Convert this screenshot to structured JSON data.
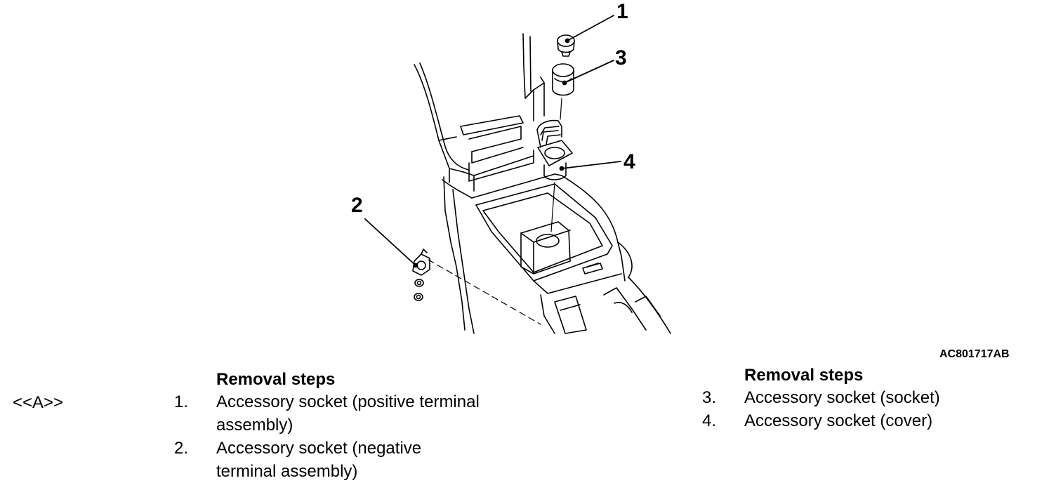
{
  "figure": {
    "callouts": [
      "1",
      "2",
      "3",
      "4"
    ],
    "code": "AC801717AB"
  },
  "left_list": {
    "marker": "<<A>>",
    "heading": "Removal steps",
    "steps": [
      {
        "num": "1.",
        "text_line1": "Accessory socket (positive terminal",
        "text_line2": "assembly)"
      },
      {
        "num": "2.",
        "text_line1": "Accessory socket (negative",
        "text_line2": "terminal assembly)"
      }
    ]
  },
  "right_list": {
    "heading": "Removal steps",
    "steps": [
      {
        "num": "3.",
        "text": "Accessory socket (socket)"
      },
      {
        "num": "4.",
        "text": "Accessory socket (cover)"
      }
    ]
  }
}
